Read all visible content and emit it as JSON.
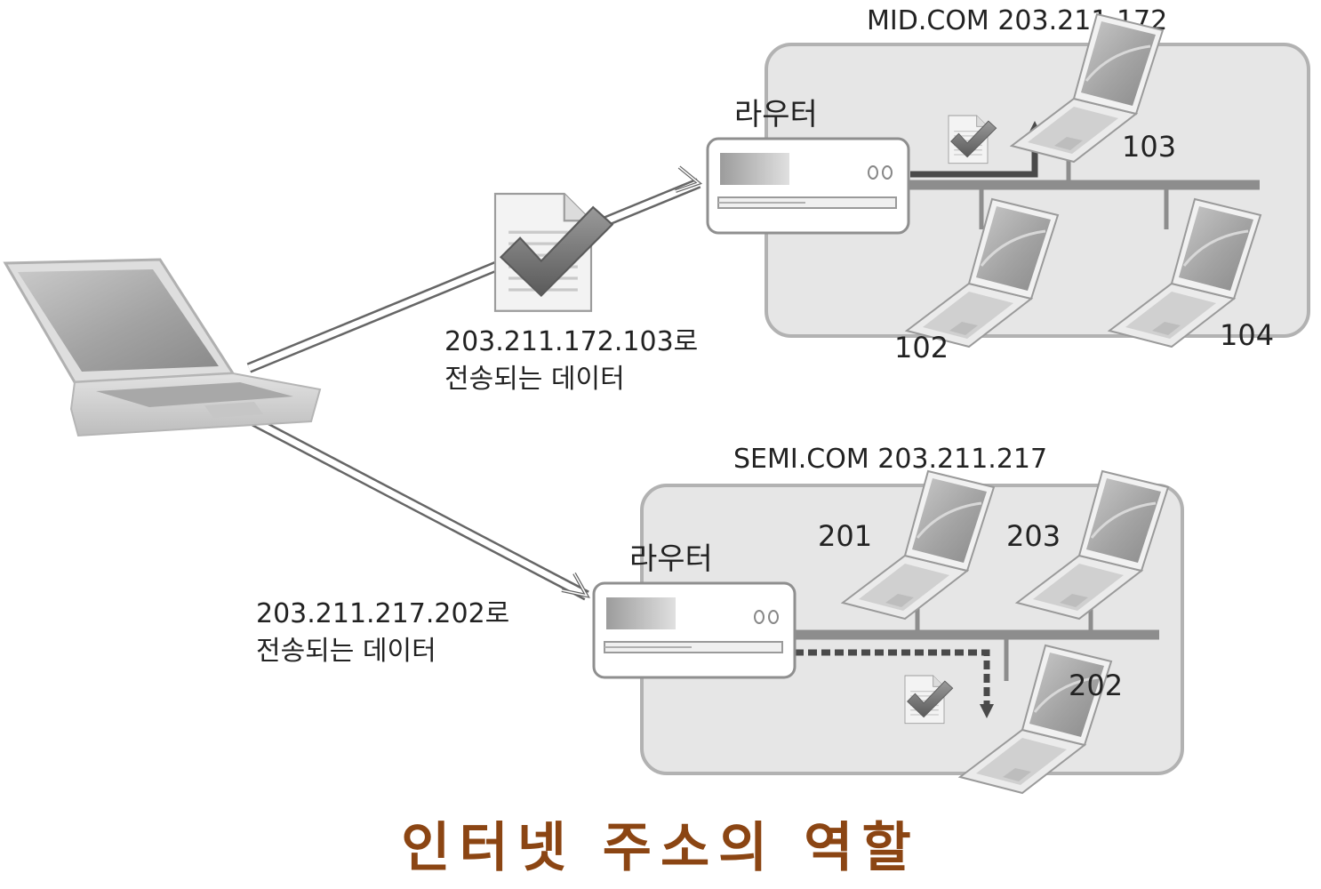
{
  "colors": {
    "network_bg": "#e6e6e6",
    "network_border": "#b2b2b2",
    "bus": "#8d8d8d",
    "arrow": "#4a4a4a",
    "caption": "#8b4513"
  },
  "networks": {
    "mid": {
      "title": "MID.COM 203.211.172",
      "router_label": "라우터",
      "hosts": {
        "h103": "103",
        "h102": "102",
        "h104": "104"
      }
    },
    "semi": {
      "title": "SEMI.COM 203.211.217",
      "router_label": "라우터",
      "hosts": {
        "h201": "201",
        "h203": "203",
        "h202": "202"
      }
    }
  },
  "transmissions": {
    "to_mid": {
      "address": "203.211.172.103로",
      "desc": "전송되는 데이터"
    },
    "to_semi": {
      "address": "203.211.217.202로",
      "desc": "전송되는 데이터"
    }
  },
  "icons": {
    "sender": "laptop-icon",
    "router": "router-icon",
    "host": "laptop-icon",
    "packet": "document-check-icon"
  },
  "caption": "인터넷 주소의 역할"
}
